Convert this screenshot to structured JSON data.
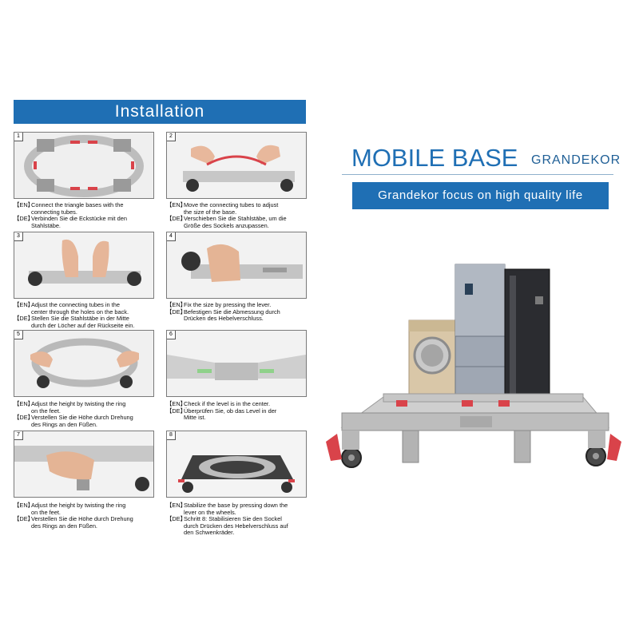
{
  "installation": {
    "title": "Installation"
  },
  "steps": [
    {
      "num": "1",
      "en": [
        "Connect the triangle bases with the",
        "connecting tubes."
      ],
      "de": [
        "Verbinden Sie die Eckstücke mit den",
        "Stahlstäbe."
      ]
    },
    {
      "num": "2",
      "en": [
        "Move the connecting tubes to adjust",
        "the size of the base."
      ],
      "de": [
        "Verschieben Sie die Stahlstäbe, um die",
        "Größe des Sockels anzupassen."
      ]
    },
    {
      "num": "3",
      "en": [
        "Adjust the connecting tubes in the",
        "center through the holes on the back."
      ],
      "de": [
        "Stellen Sie die Stahlstäbe in der Mitte",
        "durch der Löcher auf der Rückseite ein."
      ]
    },
    {
      "num": "4",
      "en": [
        "Fix the size by pressing the lever."
      ],
      "de": [
        "Befestigen Sie die Abmessung durch",
        "Drücken des Hebelverschluss."
      ]
    },
    {
      "num": "5",
      "en": [
        "Adjust the height by twisting the ring",
        "on the feet."
      ],
      "de": [
        "Verstellen Sie die Höhe durch Drehung",
        "des Rings an den Füßen."
      ]
    },
    {
      "num": "6",
      "en": [
        "Check if the level is in the center."
      ],
      "de": [
        "Überprüfen Sie, ob das Level in der",
        "Mitte ist."
      ]
    },
    {
      "num": "7",
      "en": [
        "Adjust the height by twisting the ring",
        "on the feet."
      ],
      "de": [
        "Verstellen Sie die Höhe durch  Drehung",
        "des Rings an den Füßen."
      ]
    },
    {
      "num": "8",
      "en": [
        "Stabilize the base by pressing down the",
        "lever on the wheels."
      ],
      "de": [
        "Schritt 8: Stabilisieren Sie den Sockel",
        "durch Drücken des Hebelverschluss auf",
        "den Schwenkräder."
      ]
    }
  ],
  "labels": {
    "en": "【EN】",
    "de": "【DE】"
  },
  "product": {
    "title": "MOBILE BASE",
    "brand": "GRANDEKOR",
    "tagline": "Grandekor focus on high quality life"
  },
  "colors": {
    "accent": "#1f6fb4",
    "lever": "#d9434a",
    "base_gray": "#c9c9c9"
  }
}
